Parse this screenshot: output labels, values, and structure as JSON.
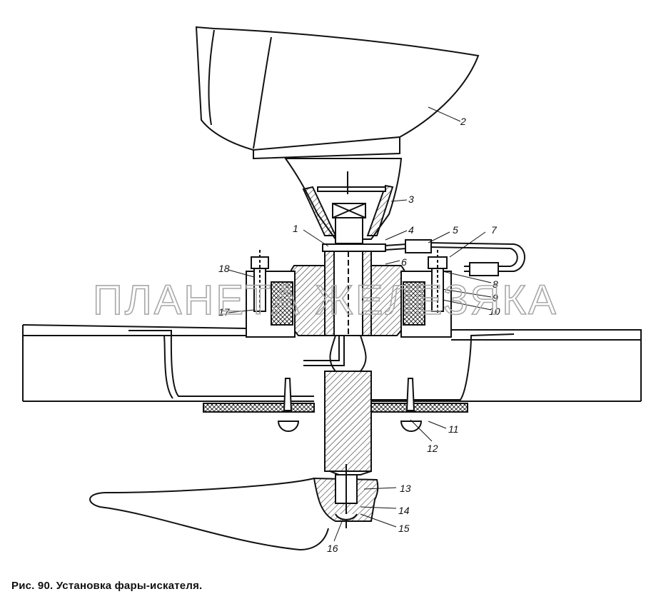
{
  "figure": {
    "caption": "Рис. 90. Установка фары-искателя.",
    "watermark": "ПЛАНЕТА ЖЕЛЕЗЯКА",
    "callouts": [
      "1",
      "2",
      "3",
      "4",
      "5",
      "6",
      "7",
      "8",
      "9",
      "10",
      "11",
      "12",
      "13",
      "14",
      "15",
      "16",
      "17",
      "18"
    ]
  },
  "colors": {
    "line": "#111111",
    "paper": "#ffffff",
    "watermark": "#a8a8a8"
  }
}
